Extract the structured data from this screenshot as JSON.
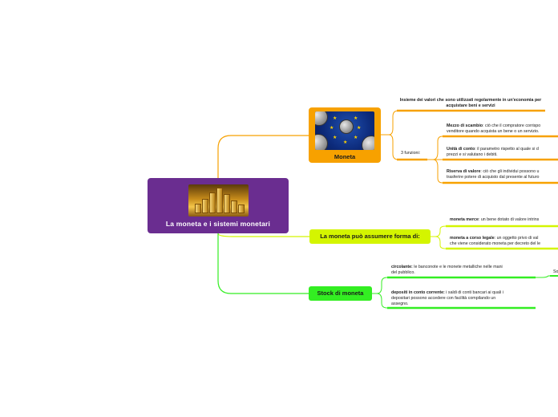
{
  "root": {
    "label": "La moneta e i sistemi monetari",
    "image": "gold-coin-stacks"
  },
  "moneta": {
    "label": "Moneta",
    "image": "euro-coin-on-eu-flag",
    "definition": "Insieme dei valori che sono utilizzati regolarmente in un'economia per acquistare beni e servizi",
    "functions_label": "3 funzioni:",
    "functions": [
      {
        "term": "Mezzo di scambio",
        "line1": ": ciò che il compratore corrispo",
        "line2": "venditore quando acquista un bene o un servizio."
      },
      {
        "term": "Unità di conto",
        "line1": ": il parametro rispetto al quale si d",
        "line2": "prezzi e si valutano i debiti."
      },
      {
        "term": "Riserva di valore",
        "line1": ": ciò che gli individui possono u",
        "line2": "trasferire potere di acquisto dal presente al futuro"
      }
    ]
  },
  "forma": {
    "label": "La moneta può assumere forma di:",
    "items": [
      {
        "term": "moneta merce",
        "line1": ": un bene dotato di valore intrins",
        "line2": ""
      },
      {
        "term": "moneta a corso legale",
        "line1": ": un oggetto privo di val",
        "line2": "che viene considerato moneta per decreto del le"
      }
    ]
  },
  "stock": {
    "label": "Stock di moneta",
    "items": [
      {
        "term": "circolante:",
        "line1": " le banconote e le monete metalliche nelle mani",
        "line2": "del pubblico.",
        "line3": ""
      },
      {
        "term": "depositi in conto corrente:",
        "line1": " i saldi di conti bancari ai quali i",
        "line2": "depositari possono accedere con facilità compilando un",
        "line3": "assegno."
      }
    ],
    "overflow_label": "So"
  },
  "colors": {
    "root": "#6a2d90",
    "moneta": "#f7a100",
    "forma": "#d4f500",
    "stock": "#33ee22"
  }
}
